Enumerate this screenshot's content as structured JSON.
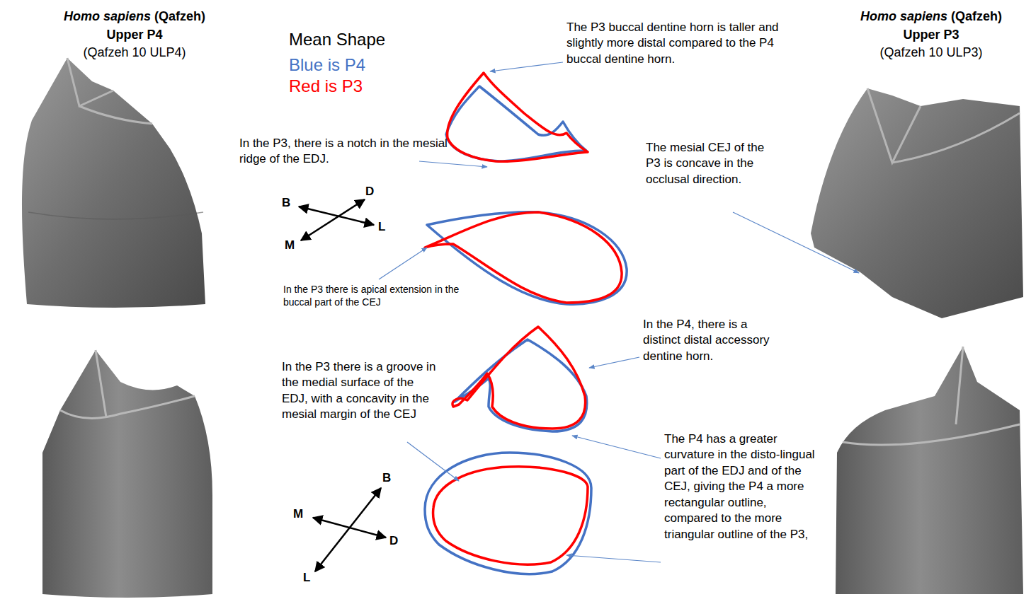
{
  "diagram": {
    "labels": [
      "Homo sapiens",
      "(Qafzeh)",
      "Upper P4",
      "(Qafzeh 10 ULP4)",
      "Homo sapiens",
      "(Qafzeh)",
      "Upper P3",
      "(Qafzeh 10 ULP3)",
      "Mean Shape",
      "The P3 buccal dentine horn is taller and slightly more distal compared to the P4 buccal dentine horn.",
      "In the P3, there is a notch in the mesial ridge of the EDJ.",
      "B",
      "D",
      "L",
      "M",
      "In the P3 there is apical extension in the buccal part of the CEJ",
      "The mesial CEJ of the P3 is concave in the occlusal direction.",
      "In the P4, there is a distinct distal accessory dentine horn.",
      "In the P3 there is a groove in the medial surface of the EDJ, with a concavity in the mesial margin of the CEJ",
      "The P4 has a greater curvature in the disto-lingual part of the EDJ and of the CEJ, giving the P4 a more rectangular outline, compared to the more triangular outline of the P3,",
      "B",
      "M",
      "D",
      "L"
    ],
    "legend": [
      {
        "text": "Blue is P4",
        "color": "#4472c4"
      },
      {
        "text": "Red is P3",
        "color": "#ff0000"
      }
    ]
  }
}
